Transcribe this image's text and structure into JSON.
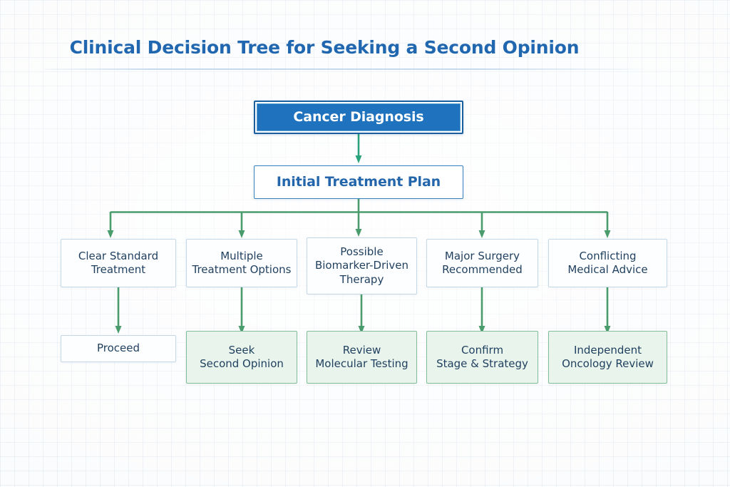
{
  "page": {
    "title": "Clinical Decision Tree for Seeking a Second Opinion",
    "background_color": "#fbfcfd",
    "title_color": "#2067b0",
    "accent_blue": "#1f72bd",
    "accent_green": "#4a9c6d",
    "arrow_green_top": "#2aa37c",
    "outcome_fill": "#e9f4ec"
  },
  "chart_data": {
    "type": "diagram",
    "title": "Clinical Decision Tree for Seeking a Second Opinion",
    "nodes": [
      {
        "id": "root",
        "label": "Cancer Diagnosis",
        "lines": [
          "Cancer Diagnosis"
        ],
        "level": 0,
        "style": "root"
      },
      {
        "id": "plan",
        "label": "Initial Treatment Plan",
        "lines": [
          "Initial Treatment Plan"
        ],
        "level": 1,
        "style": "primary"
      },
      {
        "id": "branch1",
        "label": "Clear Standard Treatment",
        "lines": [
          "Clear Standard",
          "Treatment"
        ],
        "level": 2,
        "style": "neutral"
      },
      {
        "id": "branch2",
        "label": "Multiple Treatment Options",
        "lines": [
          "Multiple",
          "Treatment Options"
        ],
        "level": 2,
        "style": "neutral"
      },
      {
        "id": "branch3",
        "label": "Possible Biomarker-Driven Therapy",
        "lines": [
          "Possible",
          "Biomarker-Driven",
          "Therapy"
        ],
        "level": 2,
        "style": "neutral"
      },
      {
        "id": "branch4",
        "label": "Major Surgery Recommended",
        "lines": [
          "Major Surgery",
          "Recommended"
        ],
        "level": 2,
        "style": "neutral"
      },
      {
        "id": "branch5",
        "label": "Conflicting Medical Advice",
        "lines": [
          "Conflicting",
          "Medical Advice"
        ],
        "level": 2,
        "style": "neutral"
      },
      {
        "id": "outcome1",
        "label": "Proceed",
        "lines": [
          "Proceed"
        ],
        "level": 3,
        "style": "neutral"
      },
      {
        "id": "outcome2",
        "label": "Seek Second Opinion",
        "lines": [
          "Seek",
          "Second Opinion"
        ],
        "level": 3,
        "style": "outcome"
      },
      {
        "id": "outcome3",
        "label": "Review Molecular Testing",
        "lines": [
          "Review",
          "Molecular Testing"
        ],
        "level": 3,
        "style": "outcome"
      },
      {
        "id": "outcome4",
        "label": "Confirm Stage & Strategy",
        "lines": [
          "Confirm",
          "Stage & Strategy"
        ],
        "level": 3,
        "style": "outcome"
      },
      {
        "id": "outcome5",
        "label": "Independent Oncology Review",
        "lines": [
          "Independent",
          "Oncology Review"
        ],
        "level": 3,
        "style": "outcome"
      }
    ],
    "edges": [
      {
        "from": "root",
        "to": "plan"
      },
      {
        "from": "plan",
        "to": "branch1"
      },
      {
        "from": "plan",
        "to": "branch2"
      },
      {
        "from": "plan",
        "to": "branch3"
      },
      {
        "from": "plan",
        "to": "branch4"
      },
      {
        "from": "plan",
        "to": "branch5"
      },
      {
        "from": "branch1",
        "to": "outcome1"
      },
      {
        "from": "branch2",
        "to": "outcome2"
      },
      {
        "from": "branch3",
        "to": "outcome3"
      },
      {
        "from": "branch4",
        "to": "outcome4"
      },
      {
        "from": "branch5",
        "to": "outcome5"
      }
    ]
  },
  "nodes": {
    "root": {
      "l1": "Cancer Diagnosis"
    },
    "plan": {
      "l1": "Initial Treatment Plan"
    },
    "branch1": {
      "l1": "Clear Standard",
      "l2": "Treatment"
    },
    "branch2": {
      "l1": "Multiple",
      "l2": "Treatment Options"
    },
    "branch3": {
      "l1": "Possible",
      "l2": "Biomarker-Driven",
      "l3": "Therapy"
    },
    "branch4": {
      "l1": "Major Surgery",
      "l2": "Recommended"
    },
    "branch5": {
      "l1": "Conflicting",
      "l2": "Medical Advice"
    },
    "outcome1": {
      "l1": "Proceed"
    },
    "outcome2": {
      "l1": "Seek",
      "l2": "Second Opinion"
    },
    "outcome3": {
      "l1": "Review",
      "l2": "Molecular Testing"
    },
    "outcome4": {
      "l1": "Confirm",
      "l2": "Stage & Strategy"
    },
    "outcome5": {
      "l1": "Independent",
      "l2": "Oncology Review"
    }
  }
}
